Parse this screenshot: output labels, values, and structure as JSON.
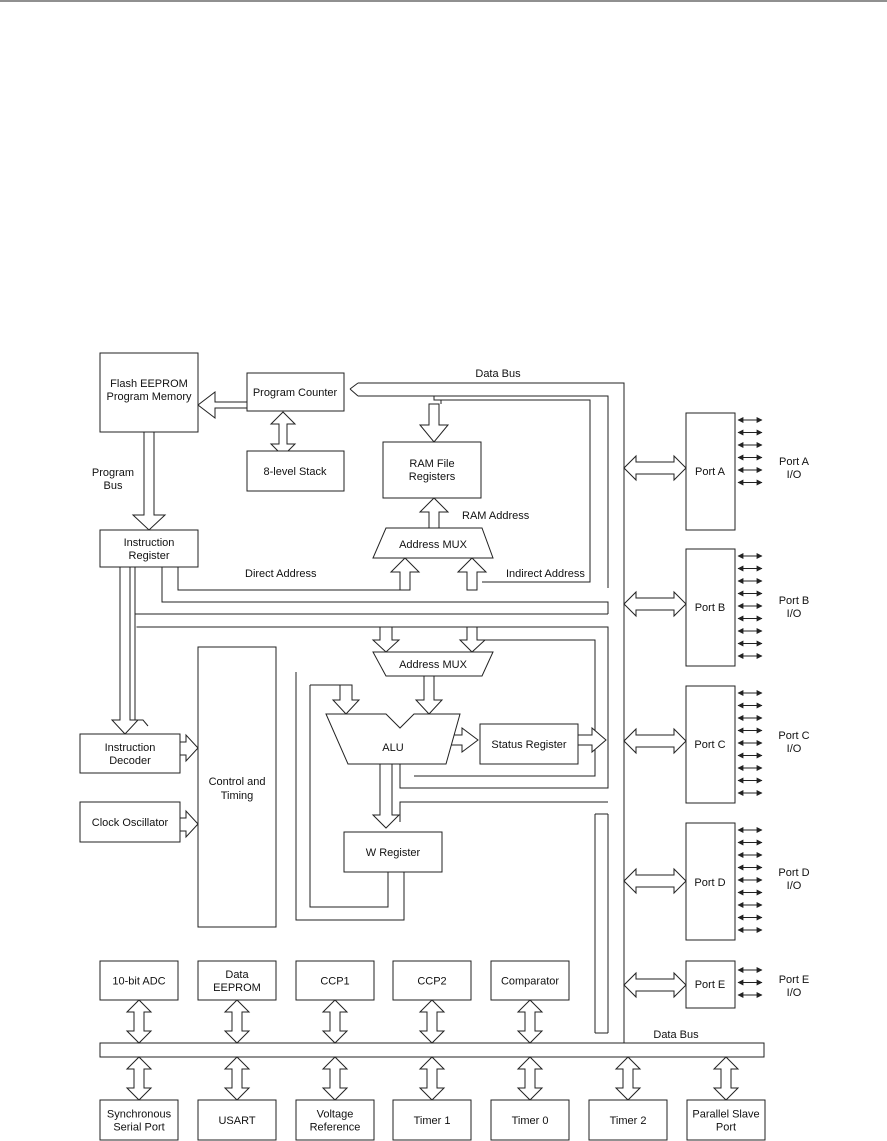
{
  "blocks": {
    "flash": [
      "Flash EEPROM",
      "Program Memory"
    ],
    "program_counter": "Program Counter",
    "stack": "8-level Stack",
    "ram": [
      "RAM File",
      "Registers"
    ],
    "instruction_register": [
      "Instruction",
      "Register"
    ],
    "address_mux_top": "Address MUX",
    "address_mux_bottom": "Address MUX",
    "instruction_decoder": [
      "Instruction",
      "Decoder"
    ],
    "clock_oscillator": "Clock Oscillator",
    "control_timing": [
      "Control and",
      "Timing"
    ],
    "alu": "ALU",
    "status_register": "Status Register",
    "w_register": "W Register",
    "port_a": "Port A",
    "port_b": "Port B",
    "port_c": "Port C",
    "port_d": "Port D",
    "port_e": "Port E"
  },
  "labels": {
    "data_bus_top": "Data Bus",
    "data_bus_bottom": "Data Bus",
    "program_bus": [
      "Program",
      "Bus"
    ],
    "ram_address": "RAM Address",
    "direct_address": "Direct Address",
    "indirect_address": "Indirect Address"
  },
  "port_io": {
    "port_a": [
      "Port A",
      "I/O"
    ],
    "port_b": [
      "Port B",
      "I/O"
    ],
    "port_c": [
      "Port C",
      "I/O"
    ],
    "port_d": [
      "Port D",
      "I/O"
    ],
    "port_e": [
      "Port E",
      "I/O"
    ]
  },
  "upper_peripherals": [
    [
      "10-bit ADC"
    ],
    [
      "Data",
      "EEPROM"
    ],
    [
      "CCP1"
    ],
    [
      "CCP2"
    ],
    [
      "Comparator"
    ]
  ],
  "lower_peripherals": [
    [
      "Synchronous",
      "Serial Port"
    ],
    [
      "USART"
    ],
    [
      "Voltage",
      "Reference"
    ],
    [
      "Timer 1"
    ],
    [
      "Timer 0"
    ],
    [
      "Timer 2"
    ],
    [
      "Parallel Slave",
      "Port"
    ]
  ]
}
